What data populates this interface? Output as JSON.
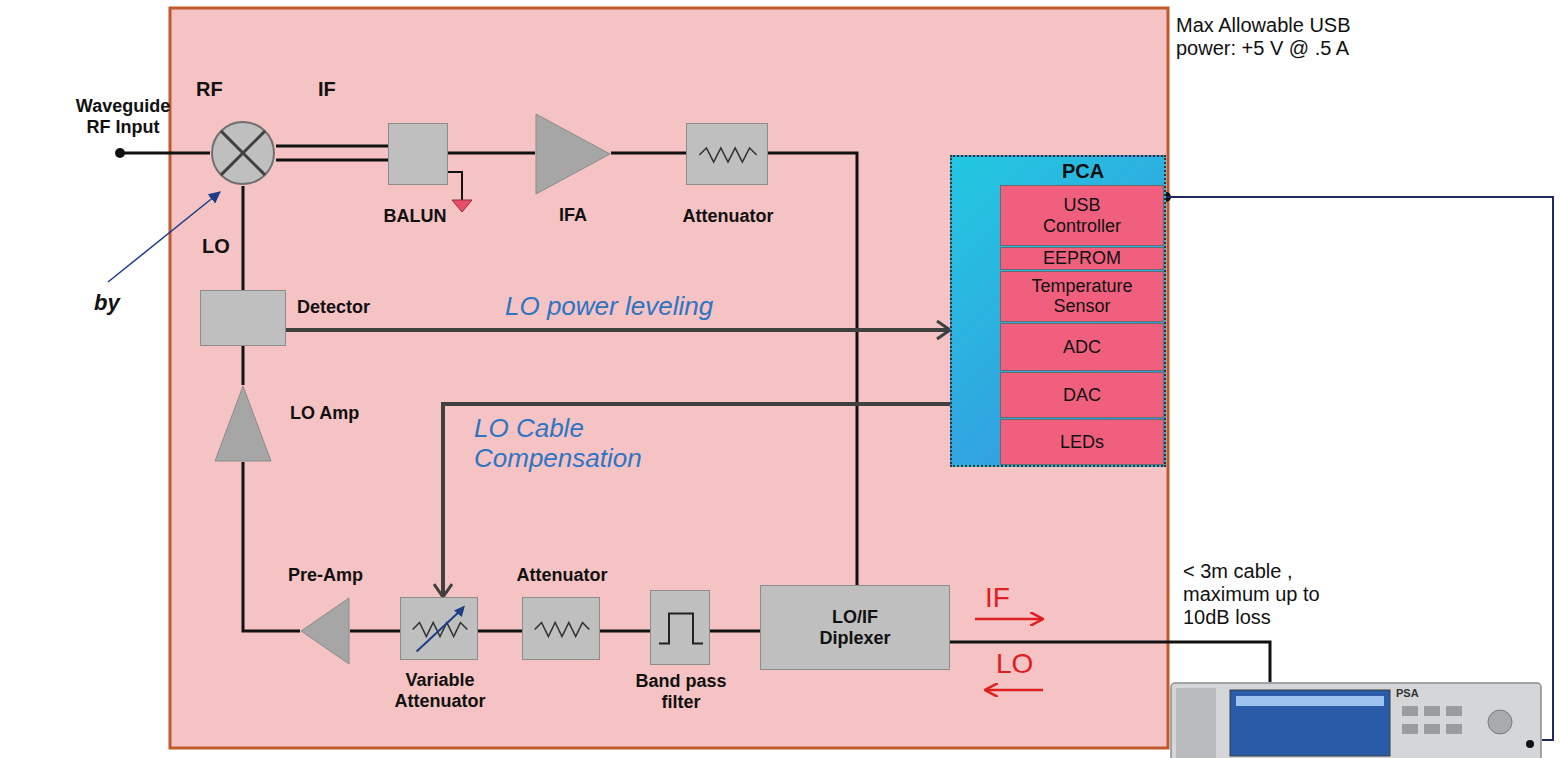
{
  "diagram": {
    "nodes": [
      {
        "text": [
          "RF",
          "IF",
          "LO"
        ]
      },
      {
        "text": [
          "BALUN"
        ]
      },
      {
        "text": [
          "IFA"
        ]
      },
      {
        "text": [
          "Attenuator"
        ]
      },
      {
        "text": [
          "PCA"
        ]
      },
      {
        "text": [
          "USB Controller"
        ],
        "in": 4
      },
      {
        "text": [
          "EEPROM"
        ],
        "in": 4
      },
      {
        "text": [
          "Temperature Sensor"
        ],
        "in": 4
      },
      {
        "text": [
          "ADC"
        ],
        "in": 4
      },
      {
        "text": [
          "DAC"
        ],
        "in": 4
      },
      {
        "text": [
          "LEDs"
        ],
        "in": 4
      },
      {
        "text": [
          "Detector"
        ]
      },
      {
        "text": [
          "LO Amp"
        ]
      },
      {
        "text": [
          "Pre-Amp"
        ]
      },
      {
        "text": [
          "Variable Attenuator"
        ]
      },
      {
        "text": [
          "Attenuator"
        ]
      },
      {
        "text": [
          "Band pass filter"
        ]
      },
      {
        "text": [
          "LO/IF Diplexer"
        ]
      },
      {
        "text": [
          "PSA"
        ]
      }
    ],
    "edges": [
      {
        "from": 0,
        "to": 1,
        "arrow": "none"
      },
      {
        "from": 1,
        "to": 2,
        "arrow": "none"
      },
      {
        "from": 2,
        "to": 3,
        "arrow": "none"
      },
      {
        "from": 3,
        "to": 17,
        "arrow": "none"
      },
      {
        "from": 0,
        "to": 11,
        "arrow": "none"
      },
      {
        "from": 11,
        "to": 12,
        "arrow": "none"
      },
      {
        "from": 12,
        "to": 13,
        "arrow": "none"
      },
      {
        "from": 13,
        "to": 14,
        "arrow": "none"
      },
      {
        "from": 14,
        "to": 15,
        "arrow": "none"
      },
      {
        "from": 15,
        "to": 16,
        "arrow": "none"
      },
      {
        "from": 16,
        "to": 17,
        "arrow": "none"
      },
      {
        "from": 11,
        "to": 4,
        "label": "LO power leveling",
        "arrow": "to"
      },
      {
        "from": 4,
        "to": 14,
        "label": "LO Cable Compensation",
        "arrow": "to"
      },
      {
        "from": 5,
        "to": 18,
        "arrow": "none"
      },
      {
        "from": 17,
        "to": 18,
        "arrow": "none"
      }
    ],
    "labels": [
      "Waveguide RF Input",
      "by",
      "Max Allowable USB power: +5 V @ .5 A",
      "< 3m cable , maximum up to 10dB loss",
      "IF",
      "LO"
    ]
  }
}
